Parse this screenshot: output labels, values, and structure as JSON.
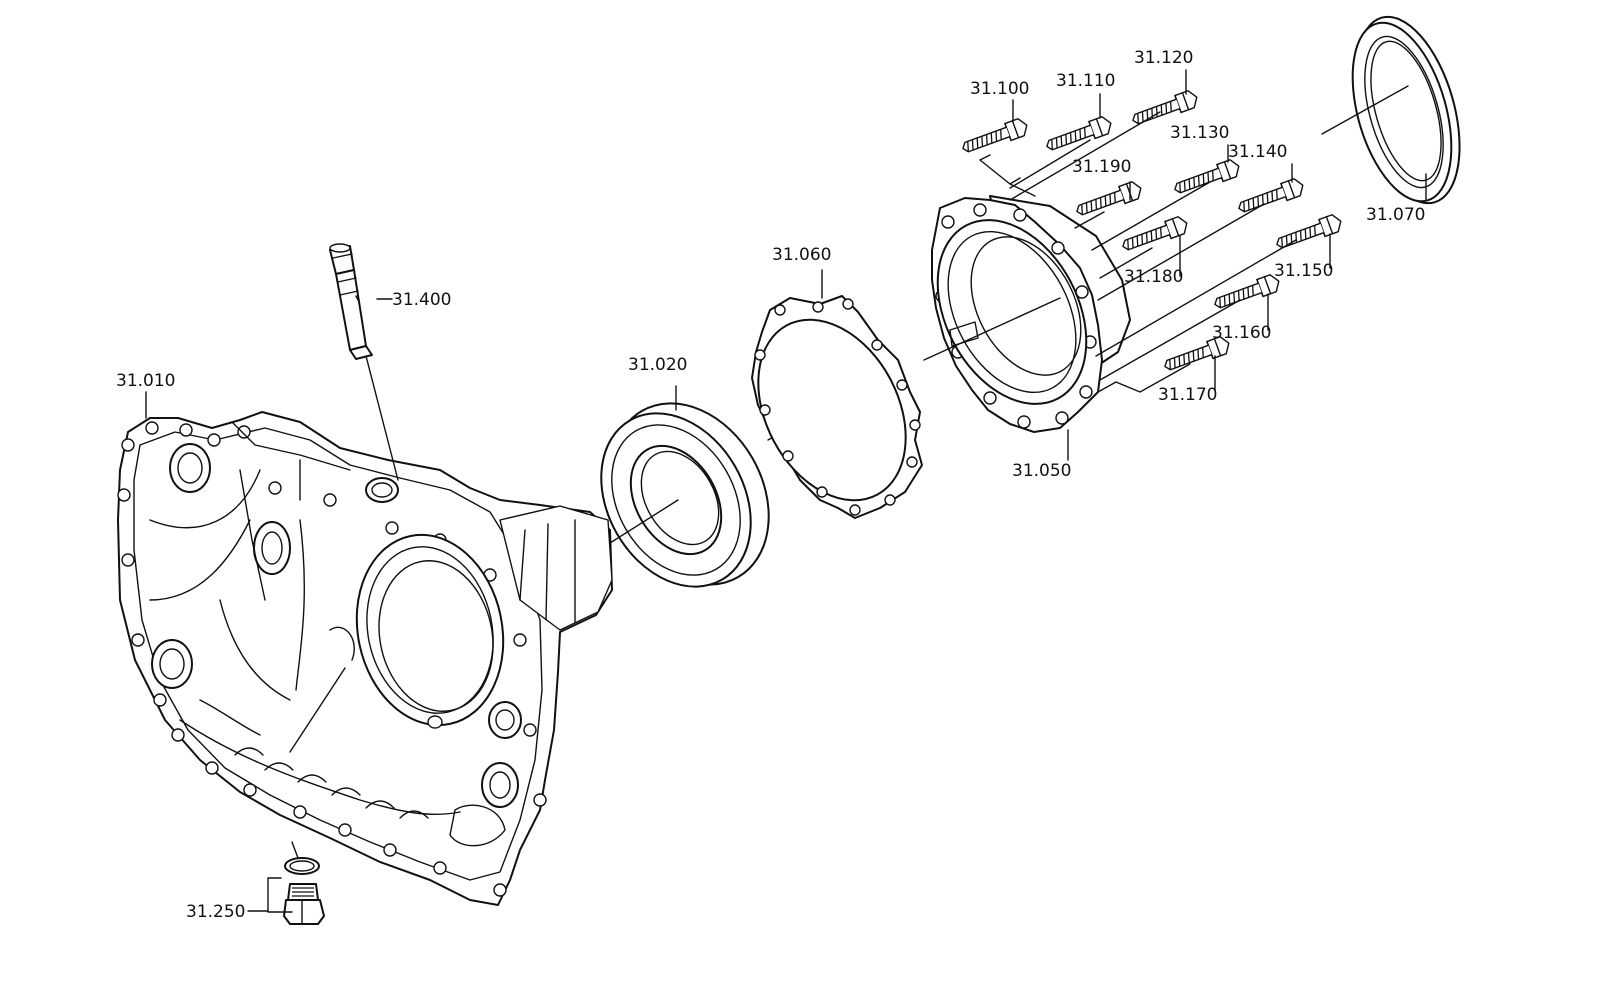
{
  "diagram": {
    "labels": {
      "p31_010": "31.010",
      "p31_020": "31.020",
      "p31_050": "31.050",
      "p31_060": "31.060",
      "p31_070": "31.070",
      "p31_100": "31.100",
      "p31_110": "31.110",
      "p31_120": "31.120",
      "p31_130": "31.130",
      "p31_140": "31.140",
      "p31_150": "31.150",
      "p31_160": "31.160",
      "p31_170": "31.170",
      "p31_180": "31.180",
      "p31_190": "31.190",
      "p31_250": "31.250",
      "p31_400": "31.400"
    }
  }
}
